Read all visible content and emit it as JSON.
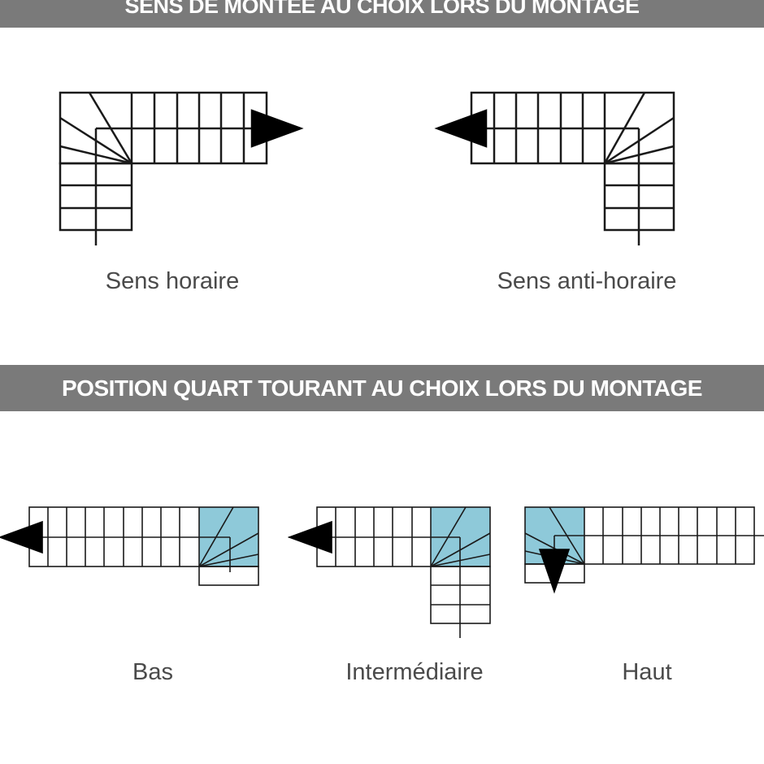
{
  "sections": {
    "direction": {
      "title": "SENS DE MONTÉE AU CHOIX LORS DU MONTAGE",
      "options": [
        {
          "label": "Sens horaire"
        },
        {
          "label": "Sens anti-horaire"
        }
      ]
    },
    "quarter_turn": {
      "title": "POSITION QUART TOURANT AU CHOIX LORS DU MONTAGE",
      "options": [
        {
          "label": "Bas"
        },
        {
          "label": "Intermédiaire"
        },
        {
          "label": "Haut"
        }
      ]
    }
  },
  "colors": {
    "banner": "#7a7a7a",
    "turn_highlight": "#8ec9d9",
    "line": "#1a1a1a",
    "caption": "#4a4a4a"
  }
}
